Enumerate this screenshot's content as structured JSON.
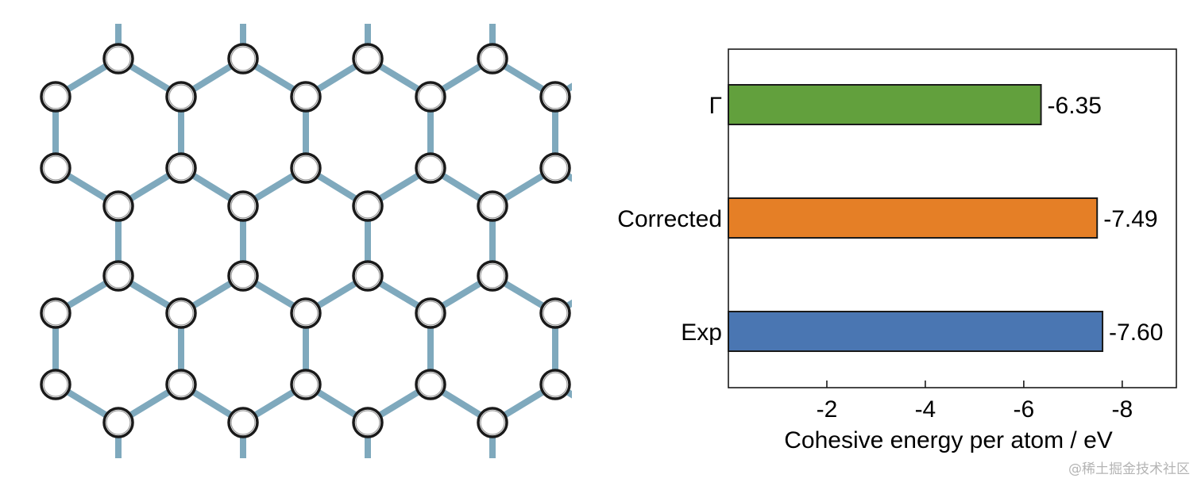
{
  "chart_data": {
    "type": "bar",
    "orientation": "horizontal",
    "categories": [
      "Γ",
      "Corrected",
      "Exp"
    ],
    "values": [
      -6.35,
      -7.49,
      -7.6
    ],
    "value_labels": [
      "-6.35",
      "-7.49",
      "-7.60"
    ],
    "colors": [
      "#62a03d",
      "#e57f26",
      "#4a76b2"
    ],
    "xlabel": "Cohesive energy per atom / eV",
    "ylabel": "",
    "title": "",
    "xlim": [
      0,
      -9.1
    ],
    "xticks": [
      -2,
      -4,
      -6,
      -8
    ],
    "xtick_labels": [
      "-2",
      "-4",
      "-6",
      "-8"
    ],
    "grid": false,
    "legend": "none"
  },
  "lattice": {
    "type": "honeycomb",
    "bond_color": "#7fa9bd",
    "atom_fill": "#ffffff",
    "atom_stroke": "#1a1a1a"
  },
  "watermark": "@稀土掘金技术社区"
}
